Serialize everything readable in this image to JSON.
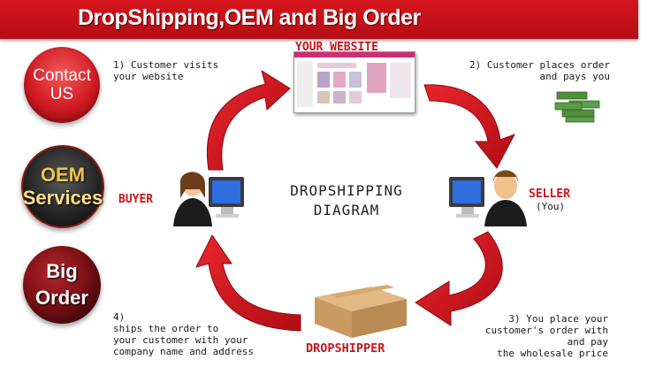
{
  "header": {
    "title": "DropShipping,OEM and Big Order"
  },
  "side_buttons": {
    "contact": {
      "line1": "Contact",
      "line2": "US"
    },
    "oem": {
      "line1": "OEM",
      "line2": "Services"
    },
    "big": {
      "line1": "Big",
      "line2": "Order"
    }
  },
  "diagram": {
    "center_line1": "DROPSHIPPING",
    "center_line2": "DIAGRAM",
    "website_label": "YOUR WEBSITE",
    "buyer_label": "BUYER",
    "seller_label": "SELLER",
    "seller_sub": "(You)",
    "dropshipper_label": "DROPSHIPPER",
    "step1": {
      "line1": "1) Customer visits",
      "line2": "your website"
    },
    "step2": {
      "line1": "2) Customer places order",
      "line2": "and pays you"
    },
    "step3": {
      "line1": "3) You place your",
      "line2": "customer's order with",
      "line3": "and pay",
      "line4": "the wholesale price"
    },
    "step4": {
      "line1": "4)",
      "line2": "ships the order to",
      "line3": "your customer with your",
      "line4": "company name and address"
    }
  },
  "colors": {
    "accent": "#d1141c",
    "arrow": "#d0121b",
    "banner": "#c7121a"
  }
}
